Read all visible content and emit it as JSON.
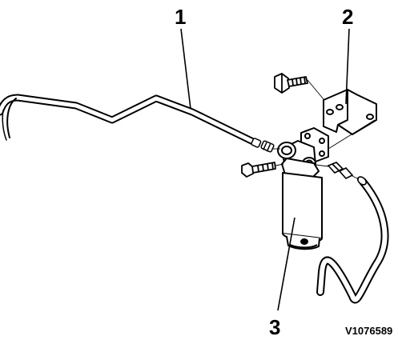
{
  "diagram": {
    "callouts": [
      {
        "id": "1",
        "label": "1",
        "part": "fuel-line"
      },
      {
        "id": "2",
        "label": "2",
        "part": "mounting-bracket"
      },
      {
        "id": "3",
        "label": "3",
        "part": "fuel-filter"
      }
    ],
    "reference_code": "V1076589",
    "colors": {
      "line": "#000000",
      "fill": "#ffffff",
      "shade": "#e6e6e6"
    }
  }
}
